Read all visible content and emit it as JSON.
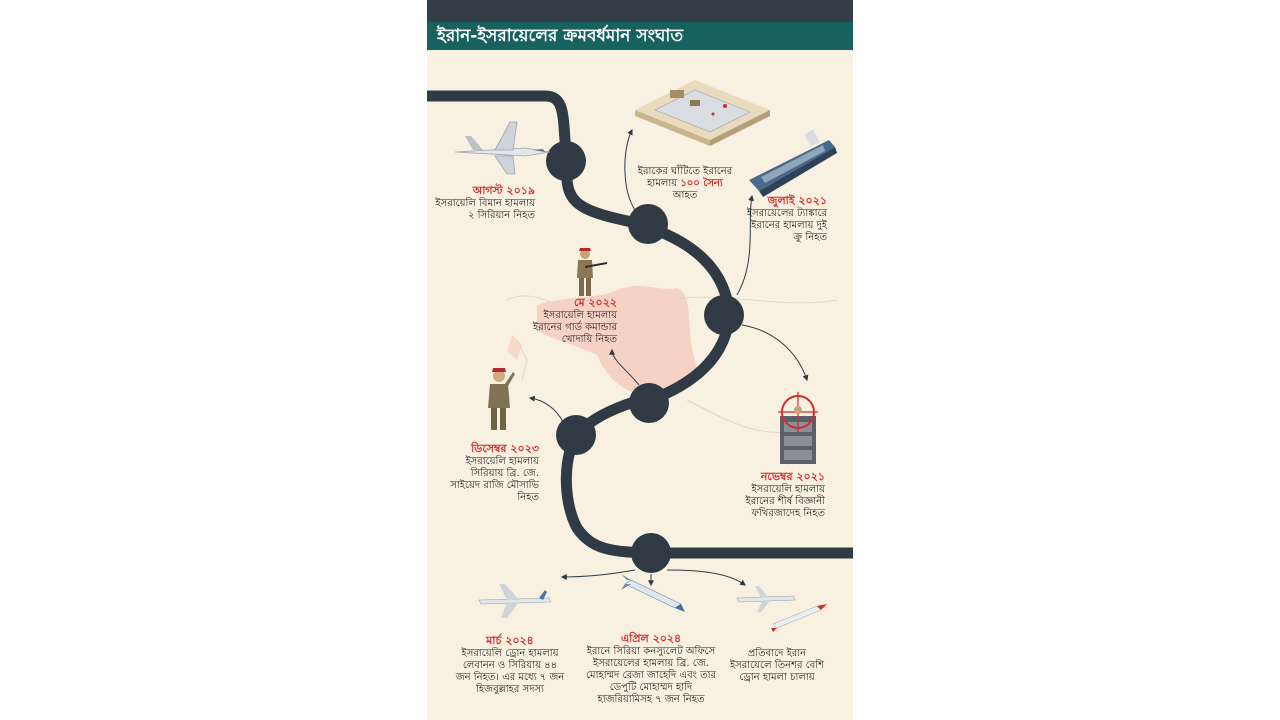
{
  "title": "ইরান-ইসরায়েলের ক্রমবর্ধমান সংঘাত",
  "events": {
    "aug2019": {
      "date": "আগস্ট ২০১৯",
      "text": "ইসরায়েলি বিমান হামলায় ২ সিরিয়ান নিহত"
    },
    "iraq": {
      "text_before": "ইরাকের ঘাঁটিতে ইরানের হামলায় ",
      "highlight": "১০০ সৈন্য",
      "text_after": " আহত"
    },
    "jul2021": {
      "date": "জুলাই ২০২১",
      "text": "ইসরায়েলের ট্যাঙ্কারে ইরানের হামলায় দুই ক্রু নিহত"
    },
    "may2022": {
      "date": "মে ২০২২",
      "text": "ইসরায়েলি হামলায় ইরানের গার্ড কমান্ডার খোদায়ি নিহত"
    },
    "dec2023": {
      "date": "ডিসেম্বর ২০২৩",
      "text": "ইসরায়েলি হামলায় সিরিয়ায় ব্রি. জে. সাইয়েদ রাজি মৌসাভি নিহত"
    },
    "nov2021": {
      "date": "নভেম্বর ২০২১",
      "text": "ইসরায়েলি হামলায় ইরানের শীর্ষ বিজ্ঞানী ফখিরজাদেহ নিহত"
    },
    "mar2024": {
      "date": "মার্চ ২০২৪",
      "text": "ইসরায়েলি ড্রোন হামলায় লেবানন ও সিরিয়ায় ৪৪ জন নিহত। এর মধ্যে ৭ জন হিজবুল্লাহর সদস্য"
    },
    "apr2024": {
      "date": "এপ্রিল ২০২৪",
      "text": "ইরানে সিরিয়া কনস্যুলেট অফিসে ইসরায়েলের হামলায় ব্রি. জে. মোহাম্মদ রেজা জাহেদি এবং তার ডেপুটি মোহাম্মদ হাদি হাজরিয়ামিসহ ৭ জন নিহত"
    },
    "retaliation": {
      "text": "প্রতিবাদে ইরান ইসরায়েলে তিনশর বেশি ড্রোন হামলা চালায়"
    }
  },
  "colors": {
    "background": "#f8f1e2",
    "title_bar": "#17625f",
    "top_bar": "#333e48",
    "road": "#2f3a44",
    "date": "#d52b2b",
    "map": "#f6cdbf"
  },
  "icons": [
    "fighter-jet-icon",
    "military-base-icon",
    "tanker-ship-icon",
    "soldier-icon",
    "saluting-officer-icon",
    "sniper-target-icon",
    "drone-icon",
    "missile-icon"
  ]
}
